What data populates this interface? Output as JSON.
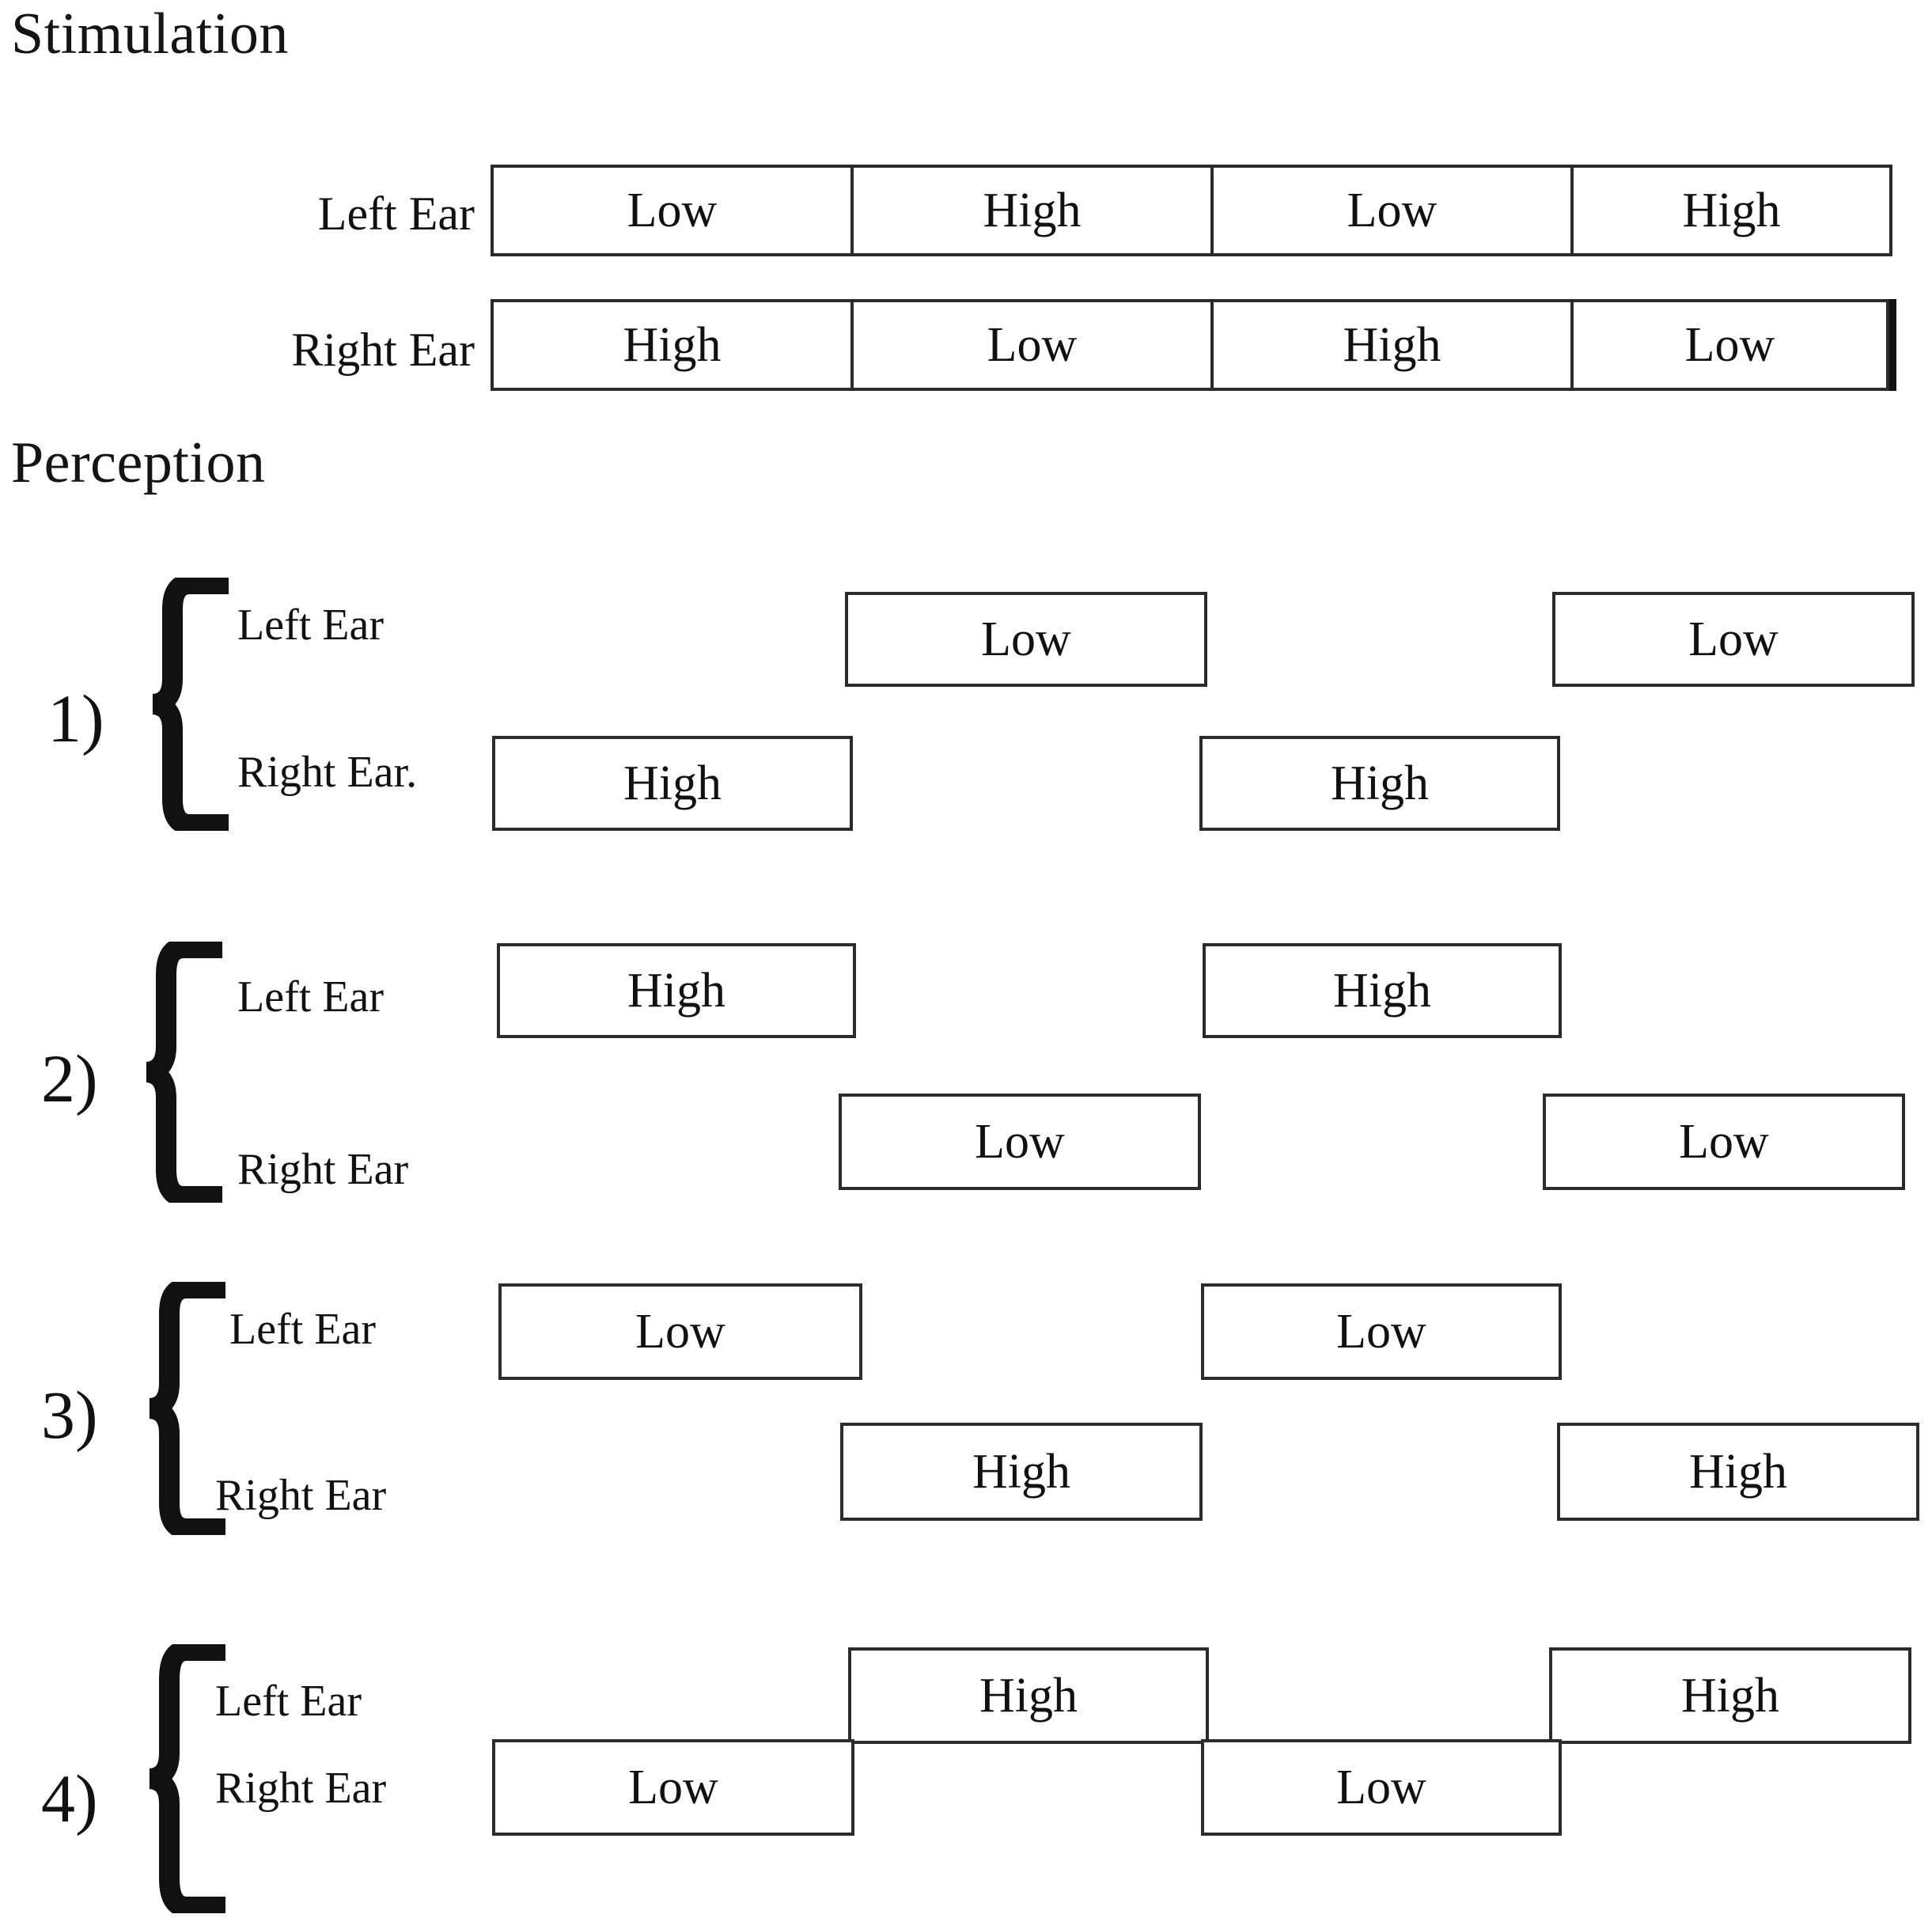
{
  "figure": {
    "type": "dichotic-listening-diagram",
    "sections": {
      "stimulation_title": "Stimulation",
      "perception_title": "Perception"
    }
  },
  "stimulation": {
    "title": "Stimulation",
    "rows": [
      {
        "label": "Left Ear",
        "cells": [
          "Low",
          "High",
          "Low",
          "High"
        ]
      },
      {
        "label": "Right Ear",
        "cells": [
          "High",
          "Low",
          "High",
          "Low"
        ]
      }
    ]
  },
  "perception": {
    "title": "Perception",
    "groups": [
      {
        "number": "1)",
        "rows": [
          {
            "label": "Left Ear",
            "boxes": [
              {
                "text": "Low",
                "slot": 2
              },
              {
                "text": "Low",
                "slot": 4
              }
            ]
          },
          {
            "label": "Right Ear.",
            "boxes": [
              {
                "text": "High",
                "slot": 1
              },
              {
                "text": "High",
                "slot": 3
              }
            ]
          }
        ]
      },
      {
        "number": "2)",
        "rows": [
          {
            "label": "Left Ear",
            "boxes": [
              {
                "text": "High",
                "slot": 1
              },
              {
                "text": "High",
                "slot": 3
              }
            ]
          },
          {
            "label": "Right Ear",
            "boxes": [
              {
                "text": "Low",
                "slot": 2
              },
              {
                "text": "Low",
                "slot": 4
              }
            ]
          }
        ]
      },
      {
        "number": "3)",
        "rows": [
          {
            "label": "Left Ear",
            "boxes": [
              {
                "text": "Low",
                "slot": 1
              },
              {
                "text": "Low",
                "slot": 3
              }
            ]
          },
          {
            "label": "Right Ear",
            "boxes": [
              {
                "text": "High",
                "slot": 2
              },
              {
                "text": "High",
                "slot": 4
              }
            ]
          }
        ]
      },
      {
        "number": "4)",
        "rows": [
          {
            "label": "Left Ear",
            "boxes": [
              {
                "text": "High",
                "slot": 2
              },
              {
                "text": "High",
                "slot": 4
              }
            ]
          },
          {
            "label": "Right Ear",
            "boxes": [
              {
                "text": "Low",
                "slot": 1
              },
              {
                "text": "Low",
                "slot": 3
              }
            ]
          }
        ]
      }
    ]
  },
  "colors": {
    "background": "#ffffff",
    "text": "#111111",
    "box_border": "#2b2b2b"
  }
}
